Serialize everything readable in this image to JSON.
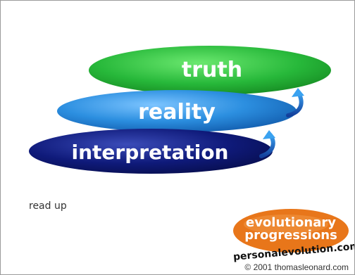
{
  "diagram": {
    "levels": [
      {
        "label": "truth",
        "color": "#27b83a"
      },
      {
        "label": "reality",
        "color": "#2c8fe0"
      },
      {
        "label": "interpretation",
        "color": "#0f1a7a"
      }
    ],
    "arrow_color": "#1f78d6"
  },
  "links": {
    "read_up": "read up"
  },
  "logo": {
    "line1": "evolutionary",
    "line2": "progressions",
    "url": "personalevolution.com",
    "color": "#e8761a"
  },
  "footer": {
    "copyright": "© 2001 thomasleonard.com"
  }
}
